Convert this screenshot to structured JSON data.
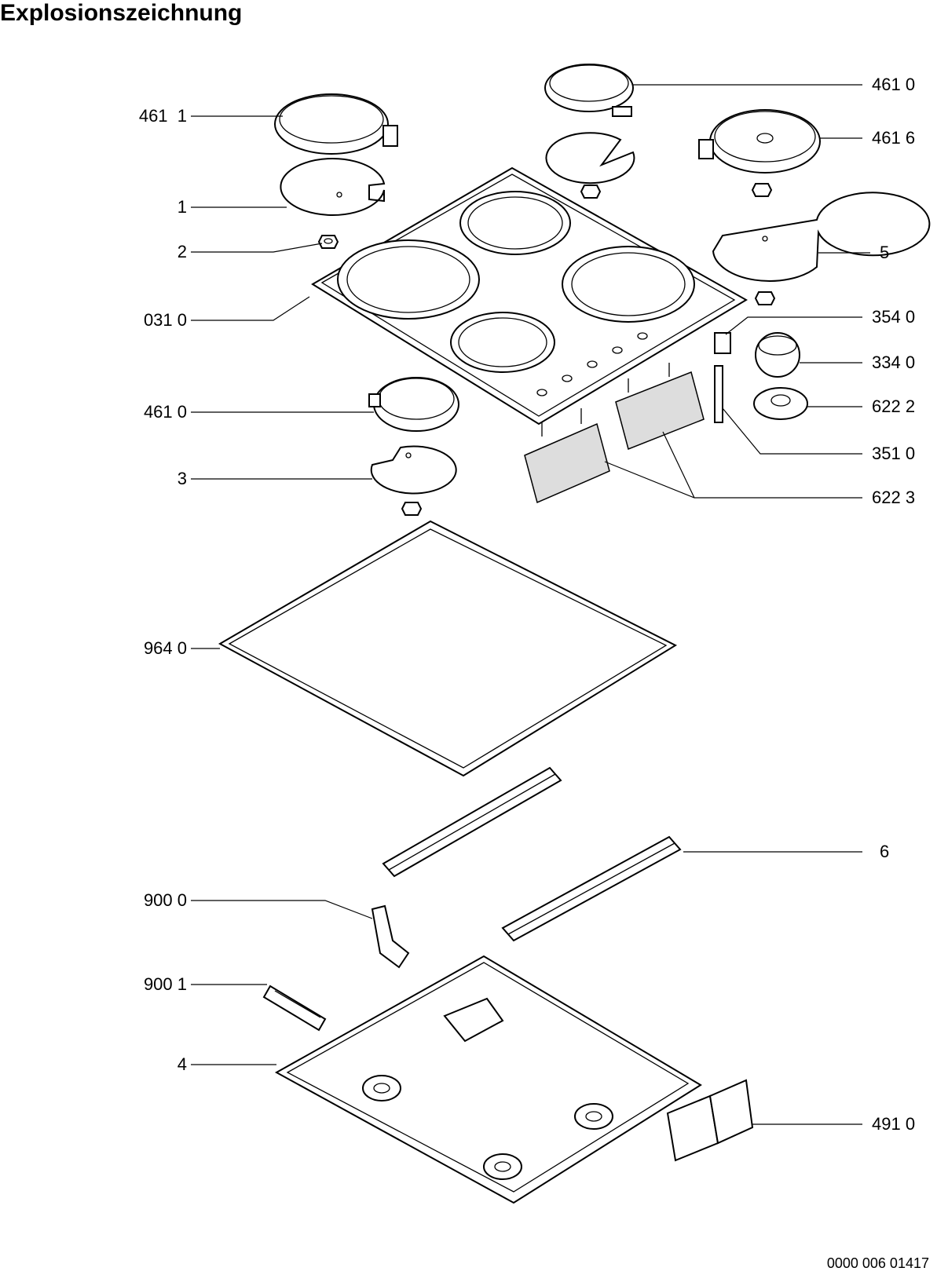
{
  "title": "Explosionszeichnung",
  "doc_number": "0000 006 01417",
  "labels": {
    "l461_1_top": "461  1",
    "l1": "1",
    "l2": "2",
    "l031": "031 0",
    "l461_0_left": "461 0",
    "l3": "3",
    "l964": "964 0",
    "l900_0": "900 0",
    "l900_1": "900 1",
    "l4": "4",
    "r461_0_top": "461 0",
    "r461_6": "461 6",
    "r5": "5",
    "r354": "354 0",
    "r334": "334 0",
    "r622_2": "622 2",
    "r351": "351 0",
    "r622_3": "622 3",
    "r6": "6",
    "r491": "491 0"
  }
}
